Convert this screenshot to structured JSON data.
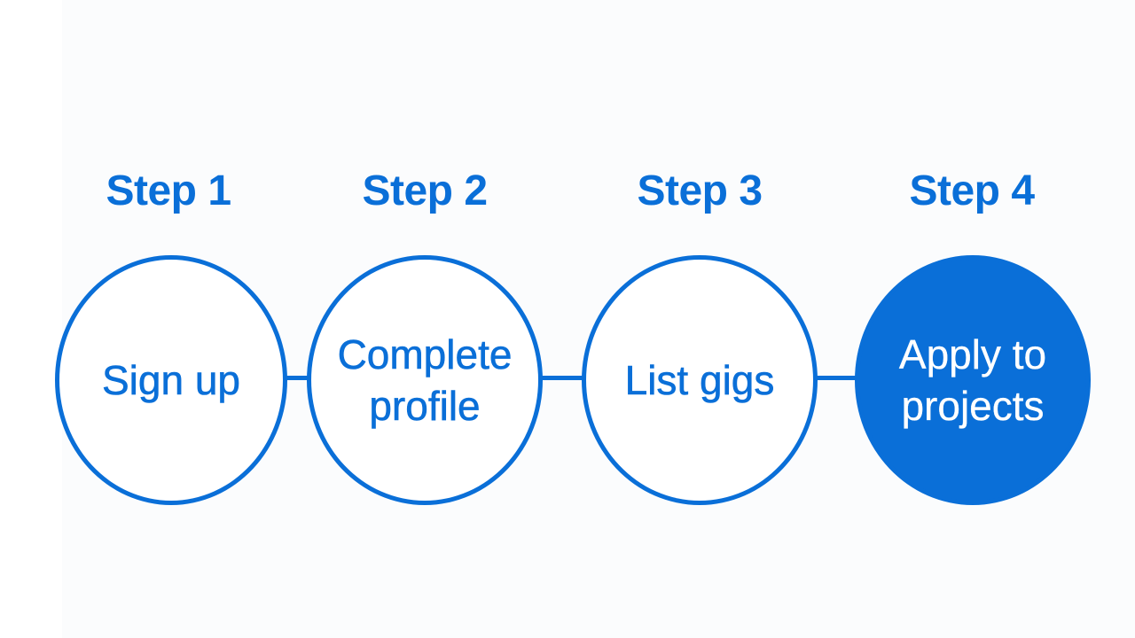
{
  "colors": {
    "accent": "#0a6fd8",
    "background": "#ffffff"
  },
  "steps": [
    {
      "label": "Step 1",
      "text": "Sign up",
      "filled": false
    },
    {
      "label": "Step 2",
      "text": "Complete profile",
      "filled": false
    },
    {
      "label": "Step 3",
      "text": "List gigs",
      "filled": false
    },
    {
      "label": "Step 4",
      "text": "Apply to projects",
      "filled": true
    }
  ]
}
